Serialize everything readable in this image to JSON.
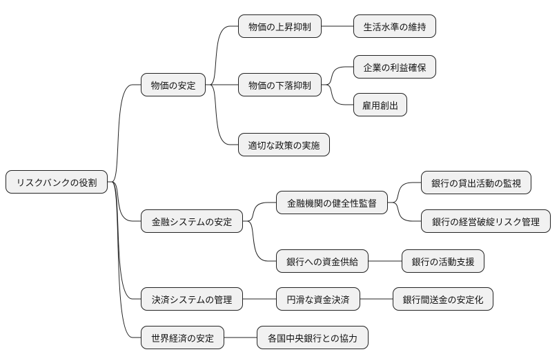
{
  "root": "リスクバンクの役割",
  "branches": [
    {
      "label": "物価の安定",
      "children": [
        {
          "label": "物価の上昇抑制",
          "children": [
            "生活水準の維持"
          ]
        },
        {
          "label": "物価の下落抑制",
          "children": [
            "企業の利益確保",
            "雇用創出"
          ]
        },
        {
          "label": "適切な政策の実施",
          "children": []
        }
      ]
    },
    {
      "label": "金融システムの安定",
      "children": [
        {
          "label": "金融機関の健全性監督",
          "children": [
            "銀行の貸出活動の監視",
            "銀行の経営破綻リスク管理"
          ]
        },
        {
          "label": "銀行への資金供給",
          "children": [
            "銀行の活動支援"
          ]
        }
      ]
    },
    {
      "label": "決済システムの管理",
      "children": [
        {
          "label": "円滑な資金決済",
          "children": [
            "銀行間送金の安定化"
          ]
        }
      ]
    },
    {
      "label": "世界経済の安定",
      "children": [
        {
          "label": "各国中央銀行との協力",
          "children": []
        }
      ]
    }
  ]
}
